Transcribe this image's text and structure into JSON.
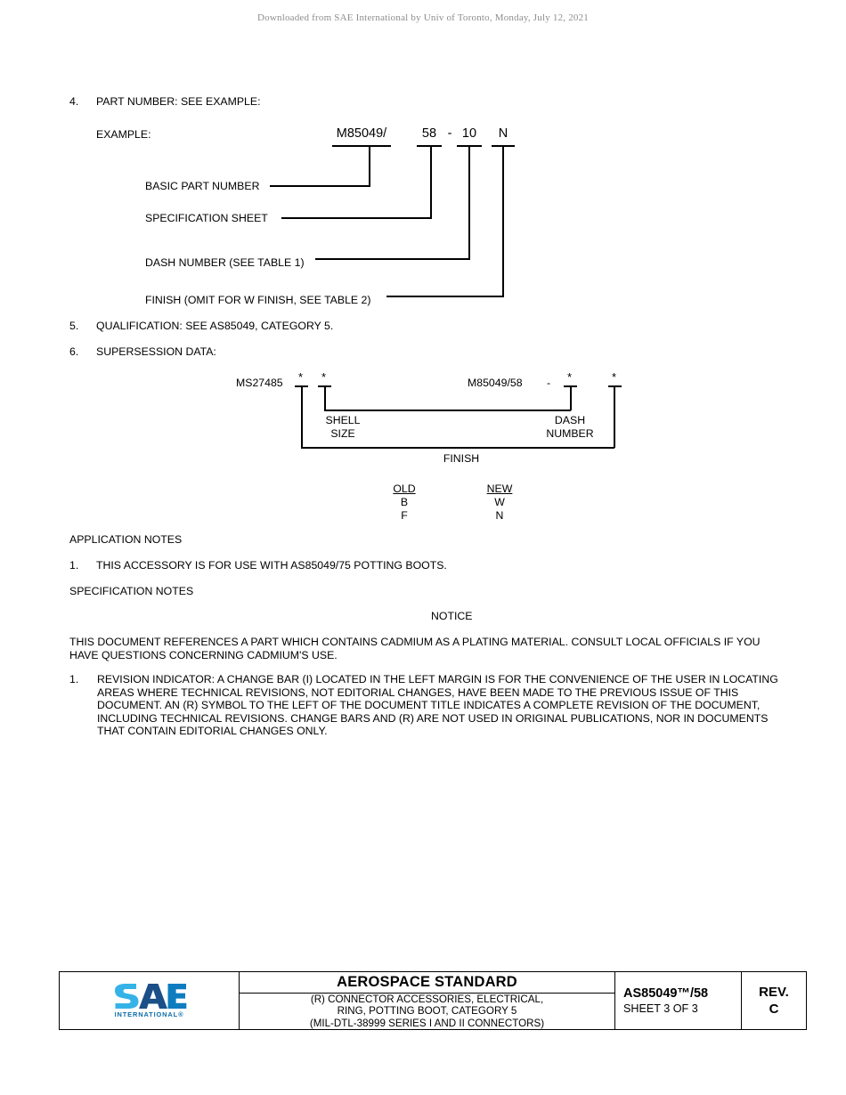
{
  "header": {
    "download_notice": "Downloaded from SAE International by Univ of Toronto, Monday, July 12, 2021"
  },
  "clauses": {
    "c4_num": "4.",
    "c4_text": "PART NUMBER: SEE EXAMPLE:",
    "example_label": "EXAMPLE:",
    "c5_num": "5.",
    "c5_text": "QUALIFICATION: SEE AS85049, CATEGORY 5.",
    "c6_num": "6.",
    "c6_text": "SUPERSESSION DATA:"
  },
  "part_number": {
    "segments": [
      {
        "text": "M85049/"
      },
      {
        "text": "58"
      },
      {
        "text": "-"
      },
      {
        "text": "10"
      },
      {
        "text": "N"
      }
    ],
    "leaders": [
      {
        "label": "BASIC PART NUMBER"
      },
      {
        "label": "SPECIFICATION SHEET"
      },
      {
        "label": "DASH NUMBER (SEE TABLE 1)"
      },
      {
        "label": "FINISH (OMIT FOR W FINISH, SEE TABLE 2)"
      }
    ]
  },
  "supersession": {
    "old_part": "MS27485",
    "new_part": "M85049/58",
    "dash_separator": "-",
    "star": "*",
    "shell_size_label_line1": "SHELL",
    "shell_size_label_line2": "SIZE",
    "dash_number_label_line1": "DASH",
    "dash_number_label_line2": "NUMBER",
    "finish_label": "FINISH",
    "finish_table": {
      "old_header": "OLD",
      "new_header": "NEW",
      "rows": [
        {
          "old": "B",
          "new": "W"
        },
        {
          "old": "F",
          "new": "N"
        }
      ]
    }
  },
  "notes": {
    "application_notes_heading": "APPLICATION NOTES",
    "application_note_1_num": "1.",
    "application_note_1_text": "THIS ACCESSORY IS FOR USE WITH AS85049/75 POTTING BOOTS.",
    "specification_notes_heading": "SPECIFICATION NOTES",
    "notice_heading": "NOTICE",
    "cadmium_line1": "THIS DOCUMENT REFERENCES A PART WHICH CONTAINS CADMIUM AS A PLATING MATERIAL. CONSULT LOCAL OFFICIALS IF YOU",
    "cadmium_line2": "HAVE QUESTIONS CONCERNING CADMIUM'S USE.",
    "spec_note_1_num": "1.",
    "spec_note_1_lines": [
      "REVISION INDICATOR: A CHANGE BAR (I) LOCATED IN THE LEFT MARGIN IS FOR THE CONVENIENCE OF THE USER IN LOCATING",
      "AREAS WHERE TECHNICAL REVISIONS, NOT EDITORIAL CHANGES, HAVE BEEN MADE TO THE PREVIOUS ISSUE OF THIS",
      "DOCUMENT.  AN (R) SYMBOL TO THE LEFT OF THE DOCUMENT TITLE INDICATES A COMPLETE REVISION OF THE DOCUMENT,",
      "INCLUDING TECHNICAL REVISIONS.  CHANGE BARS AND (R) ARE NOT USED IN ORIGINAL PUBLICATIONS, NOR IN DOCUMENTS",
      "THAT CONTAIN EDITORIAL CHANGES ONLY."
    ]
  },
  "title_block": {
    "logo_text": "SAE",
    "logo_subtext": "INTERNATIONAL®",
    "standard_type": "AEROSPACE STANDARD",
    "title_line1": "(R) CONNECTOR ACCESSORIES, ELECTRICAL,",
    "title_line2": "RING, POTTING BOOT, CATEGORY 5",
    "title_line3": "(MIL-DTL-38999 SERIES I AND II CONNECTORS)",
    "doc_number": "AS85049™/58",
    "sheet": "SHEET 3 OF 3",
    "rev_label": "REV.",
    "rev_value": "C"
  },
  "colors": {
    "logo_light_blue": "#35b3e8",
    "logo_dark_blue": "#1b4f87",
    "logo_mid_blue": "#0f7cc0",
    "text": "#000000",
    "header_gray": "#8e8e8e"
  }
}
